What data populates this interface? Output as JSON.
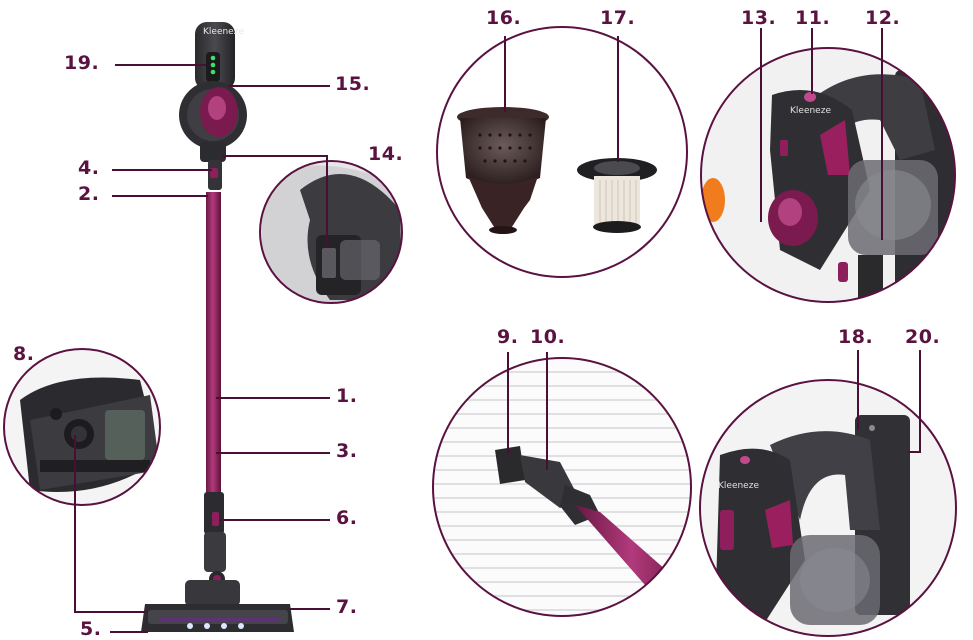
{
  "brand": "Kleeneze",
  "labels": {
    "l1": "1.",
    "l2": "2.",
    "l3": "3.",
    "l4": "4.",
    "l5": "5.",
    "l6": "6.",
    "l7": "7.",
    "l8": "8.",
    "l9": "9.",
    "l10": "10.",
    "l11": "11.",
    "l12": "12.",
    "l13": "13.",
    "l14": "14.",
    "l15": "15.",
    "l16": "16.",
    "l17": "17.",
    "l18": "18.",
    "l19": "19.",
    "l20": "20."
  },
  "colors": {
    "label": "#5a1240",
    "accent": "#8e1f5c",
    "body": "#3a3a3e"
  }
}
